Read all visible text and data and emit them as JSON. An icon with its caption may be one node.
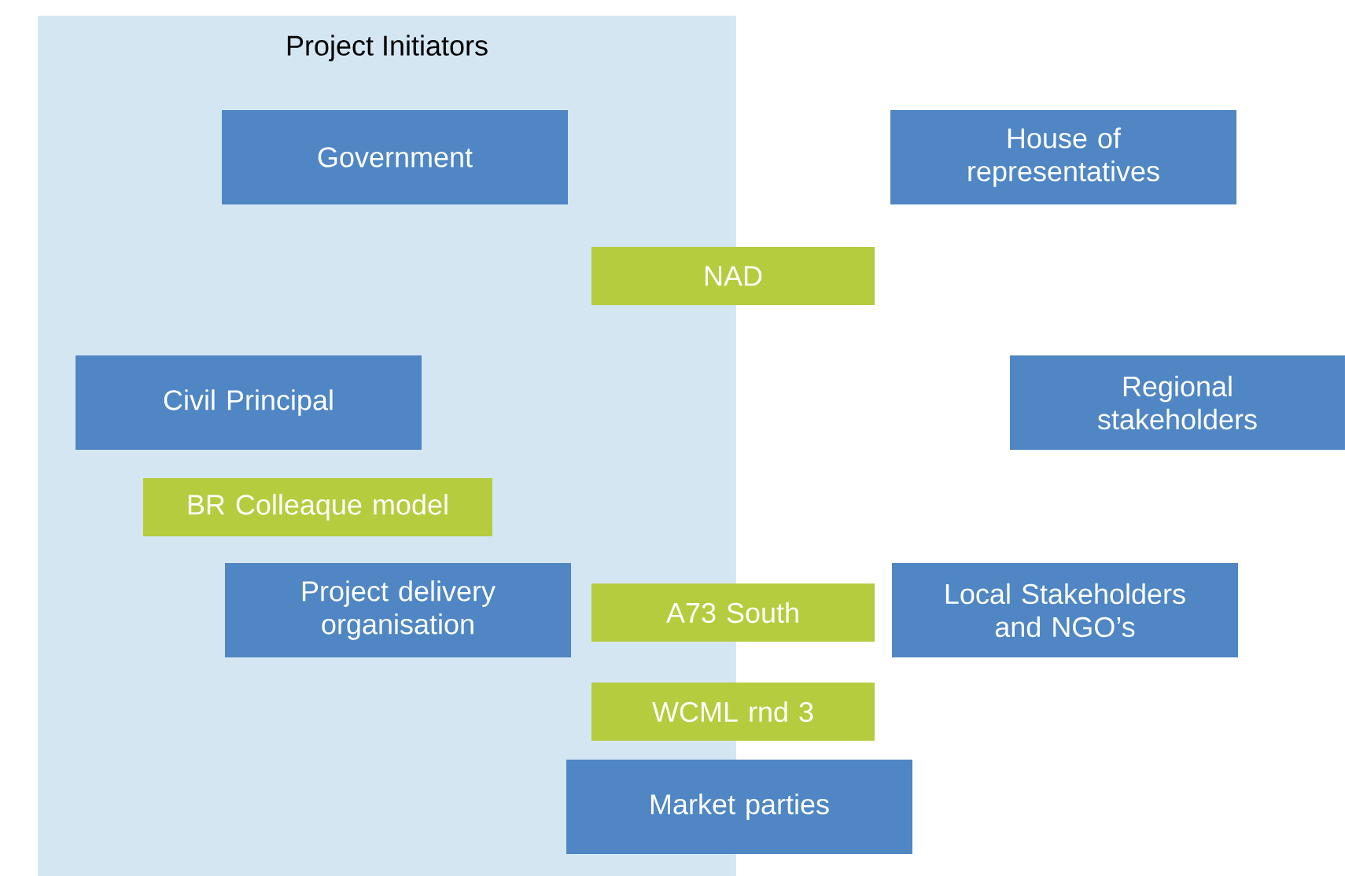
{
  "diagram": {
    "nodes": [
      {
        "text": [
          "Project Initiators"
        ]
      },
      {
        "text": [
          "Government"
        ],
        "in": 0
      },
      {
        "text": [
          "House of representatives"
        ]
      },
      {
        "text": [
          "NAD"
        ]
      },
      {
        "text": [
          "Civil Principal"
        ],
        "in": 0
      },
      {
        "text": [
          "Regional stakeholders"
        ]
      },
      {
        "text": [
          "BR Colleaque model"
        ],
        "in": 0
      },
      {
        "text": [
          "Project delivery organisation"
        ],
        "in": 0
      },
      {
        "text": [
          "A73 South"
        ]
      },
      {
        "text": [
          "Local Stakeholders and NGO’s"
        ]
      },
      {
        "text": [
          "WCML rnd 3"
        ]
      },
      {
        "text": [
          "Market parties"
        ]
      }
    ]
  }
}
